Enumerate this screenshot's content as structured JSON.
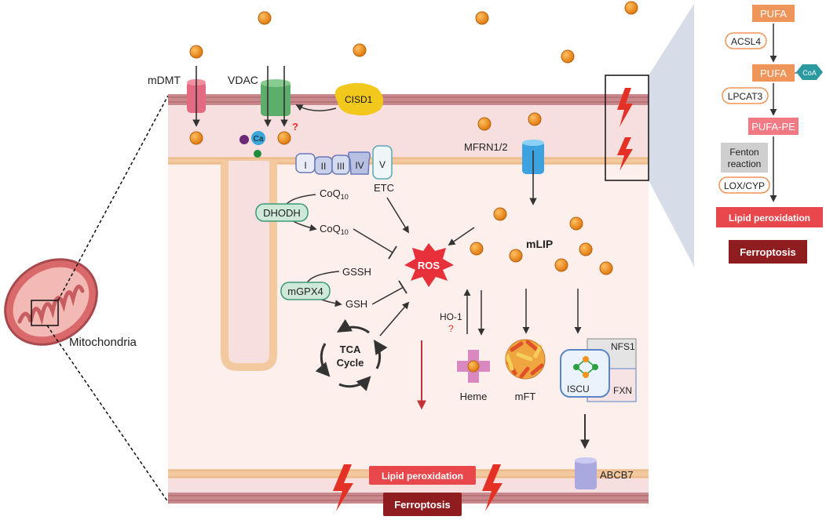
{
  "labels": {
    "mitochondria": "Mitochondria",
    "mdmt": "mDMT",
    "vdac": "VDAC",
    "cisd1": "CISD1",
    "ca": "Ca",
    "question": "?",
    "mfrn": "MFRN1/2",
    "etc": "ETC",
    "complexes": [
      "I",
      "II",
      "III",
      "IV",
      "V"
    ],
    "coq_top": "CoQ",
    "coq_bottom": "CoQ",
    "coq_sub": "10",
    "dhodh": "DHODH",
    "mgpx4": "mGPX4",
    "gssh": "GSSH",
    "gsh": "GSH",
    "ros": "ROS",
    "tca_line1": "TCA",
    "tca_line2": "Cycle",
    "mlip": "mLIP",
    "ho1": "HO-1",
    "ho1_question": "?",
    "heme": "Heme",
    "mft": "mFT",
    "nfs1": "NFS1",
    "iscu": "ISCU",
    "fxn": "FXN",
    "abcb7": "ABCB7",
    "lipid_peroxidation": "Lipid peroxidation",
    "ferroptosis": "Ferroptosis"
  },
  "side_panel": {
    "pufa": "PUFA",
    "acsl4": "ACSL4",
    "pufa2": "PUFA",
    "coa": "CoA",
    "lpcat3": "LPCAT3",
    "pufa_pe": "PUFA-PE",
    "fenton_line1": "Fenton",
    "fenton_line2": "reaction",
    "lox_cyp": "LOX/CYP",
    "lipid_peroxidation": "Lipid peroxidation",
    "ferroptosis": "Ferroptosis"
  },
  "colors": {
    "membrane": "#b97a7d",
    "intermembrane": "#f7dfe0",
    "matrix": "#fcefec",
    "iron": "#f0941f",
    "ros": "#e8303a",
    "lipid_box": "#e8474c",
    "ferroptosis_box": "#8f1d20",
    "pufa_box": "#f0955a",
    "dhodh_box": "#cfe9d9",
    "lightning": "#e53125"
  }
}
